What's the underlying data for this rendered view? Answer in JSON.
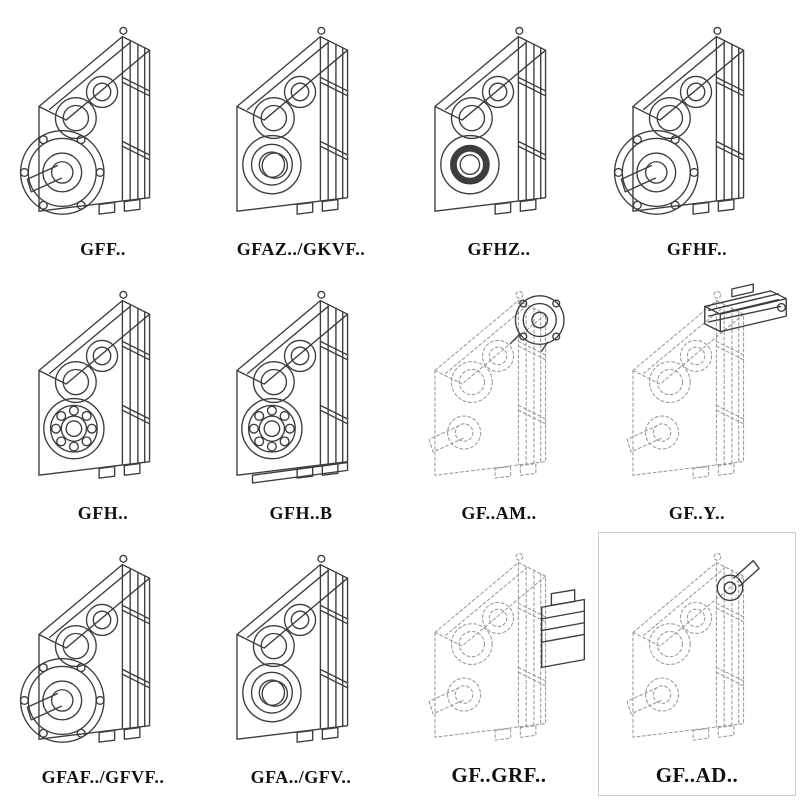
{
  "page": {
    "background": "#ffffff",
    "line_color": "#3d3d3d",
    "ghost_line_color": "#9a9a9a",
    "label_color": "#111111"
  },
  "cells": [
    {
      "id": "gff",
      "label": "GFF..",
      "drawing": "gearbox-solid-output-flange"
    },
    {
      "id": "gfaz-gkvf",
      "label": "GFAZ../GKVF..",
      "drawing": "gearbox-solid-hollow-shaft"
    },
    {
      "id": "gfhz",
      "label": "GFHZ..",
      "drawing": "gearbox-solid-hollow-shaft-bore"
    },
    {
      "id": "gfhf",
      "label": "GFHF..",
      "drawing": "gearbox-solid-output-flange"
    },
    {
      "id": "gfh",
      "label": "GFH..",
      "drawing": "gearbox-solid-shaft-bearing"
    },
    {
      "id": "gfh-b",
      "label": "GFH..B",
      "drawing": "gearbox-solid-shaft-bearing-base"
    },
    {
      "id": "gf-am",
      "label": "GF..AM..",
      "drawing": "gearbox-ghost-iec-adapter-flange"
    },
    {
      "id": "gf-y",
      "label": "GF..Y..",
      "drawing": "gearbox-ghost-mounted-motor"
    },
    {
      "id": "gfaf-gfvf",
      "label": "GFAF../GFVF..",
      "drawing": "gearbox-solid-output-flange"
    },
    {
      "id": "gfa-gfv",
      "label": "GFA../GFV..",
      "drawing": "gearbox-solid-hollow-shaft"
    },
    {
      "id": "gf-grf",
      "label": "GF..GRF..",
      "drawing": "gearbox-ghost-side-input-adapter"
    },
    {
      "id": "gf-ad",
      "label": "GF..AD..",
      "drawing": "gearbox-ghost-top-input-shaft"
    }
  ]
}
